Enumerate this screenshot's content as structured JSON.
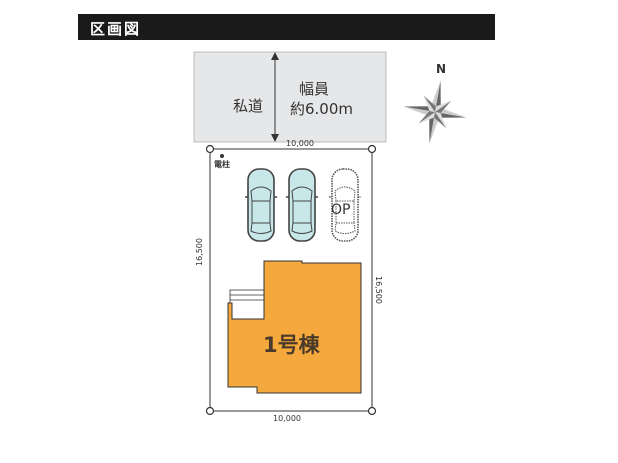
{
  "header": {
    "title": "区画図"
  },
  "road": {
    "name": "私道",
    "width_label": "幅員",
    "width_value": "約6.00m"
  },
  "dimensions": {
    "top": "10,000",
    "bottom": "10,000",
    "left": "16,500",
    "right": "16,500"
  },
  "utility_pole": "電柱",
  "parking": [
    {
      "type": "car"
    },
    {
      "type": "car"
    },
    {
      "type": "optional",
      "label": "OP"
    }
  ],
  "building": {
    "label": "1号棟"
  },
  "compass": {
    "north": "N"
  },
  "colors": {
    "building": "#f5a93c",
    "road": "#e6e7e8",
    "car": "#c7e7e8"
  }
}
